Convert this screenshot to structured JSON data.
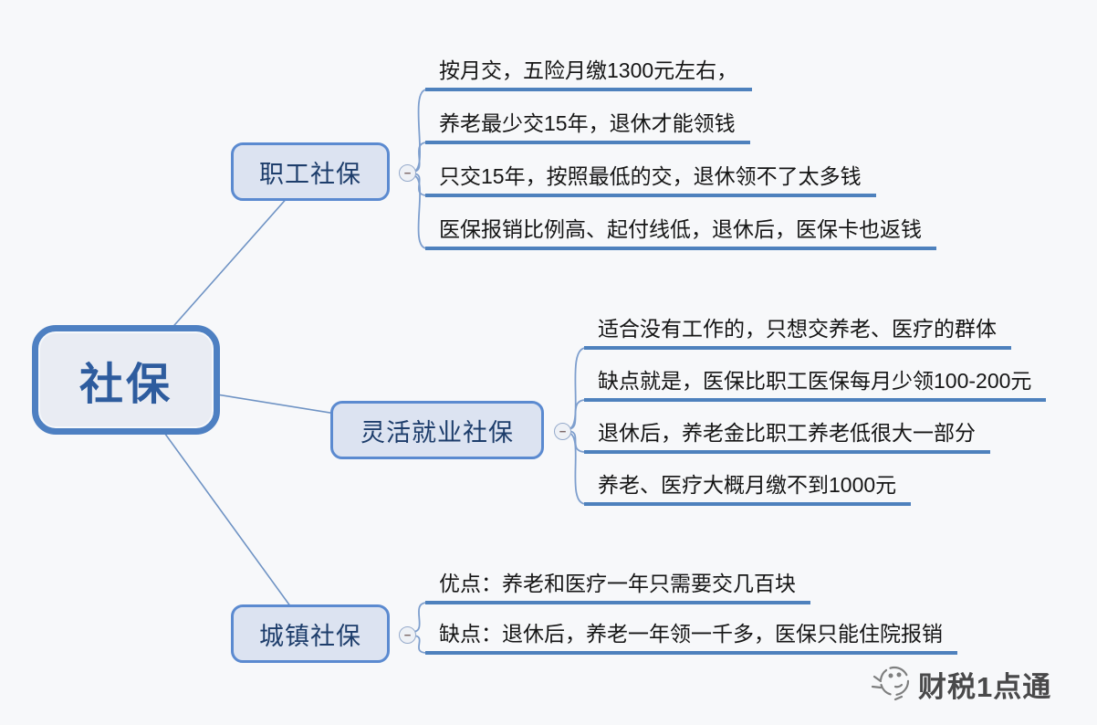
{
  "root": {
    "label": "社保"
  },
  "branches": [
    {
      "label": "职工社保",
      "leaves": [
        "按月交，五险月缴1300元左右，",
        "养老最少交15年，退休才能领钱",
        "只交15年，按照最低的交，退休领不了太多钱",
        "医保报销比例高、起付线低，退休后，医保卡也返钱"
      ]
    },
    {
      "label": "灵活就业社保",
      "leaves": [
        "适合没有工作的，只想交养老、医疗的群体",
        "缺点就是，医保比职工医保每月少领100-200元",
        "退休后，养老金比职工养老低很大一部分",
        "养老、医疗大概月缴不到1000元"
      ]
    },
    {
      "label": "城镇社保",
      "leaves": [
        "优点：养老和医疗一年只需要交几百块",
        "缺点：退休后，养老一年领一千多，医保只能住院报销"
      ]
    }
  ],
  "icons": {
    "collapse": "−"
  },
  "watermark": {
    "label": "财税1点通"
  },
  "colors": {
    "background": "#f7f8fa",
    "root_border": "#4e80c2",
    "root_fill": "#e9ecf3",
    "root_text": "#2e5c9e",
    "branch_border": "#5b8ad0",
    "branch_fill": "#dce3f1",
    "branch_text": "#1d3d6b",
    "leaf_underline": "#4e81bd",
    "connector": "#7e9fce"
  }
}
